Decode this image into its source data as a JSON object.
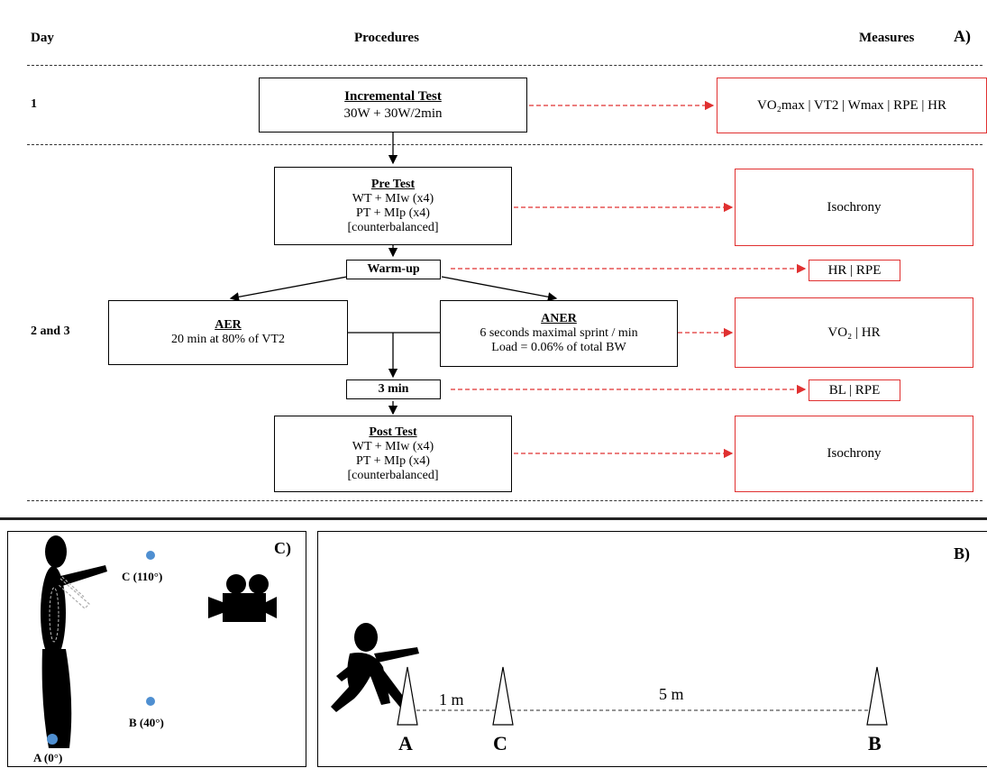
{
  "header": {
    "day": "Day",
    "procedures": "Procedures",
    "measures": "Measures",
    "panel_a": "A)"
  },
  "rows": {
    "day1": "1",
    "day23": "2 and 3"
  },
  "incremental": {
    "title": "Incremental Test",
    "line1": "30W + 30W/2min",
    "measure": "VO₂max | VT2 | Wmax | RPE | HR"
  },
  "pre_test": {
    "title": "Pre Test",
    "line1": "WT + MIw (x4)",
    "line2": "PT + MIp (x4)",
    "line3": "[counterbalanced]",
    "measure": "Isochrony"
  },
  "warmup": {
    "label": "Warm-up",
    "measure": "HR | RPE"
  },
  "aer": {
    "title": "AER",
    "line1": "20 min at 80% of VT2"
  },
  "aner": {
    "title": "ANER",
    "line1": "6 seconds maximal sprint / min",
    "line2": "Load = 0.06% of total BW",
    "measure": "VO₂ | HR"
  },
  "rest": {
    "label": "3 min",
    "measure": "BL | RPE"
  },
  "post_test": {
    "title": "Post Test",
    "line1": "WT + MIw (x4)",
    "line2": "PT + MIp (x4)",
    "line3": "[counterbalanced]",
    "measure": "Isochrony"
  },
  "panel_c": {
    "label": "C)",
    "point_c": "C (110°)",
    "point_b": "B (40°)",
    "point_a": "A (0°)",
    "dot_color": "#4f8fd1"
  },
  "panel_b": {
    "label": "B)",
    "dist_1": "1 m",
    "dist_2": "5 m",
    "cone_a": "A",
    "cone_c": "C",
    "cone_b": "B"
  },
  "colors": {
    "measure_border": "#e03030",
    "arrow": "#000000"
  }
}
